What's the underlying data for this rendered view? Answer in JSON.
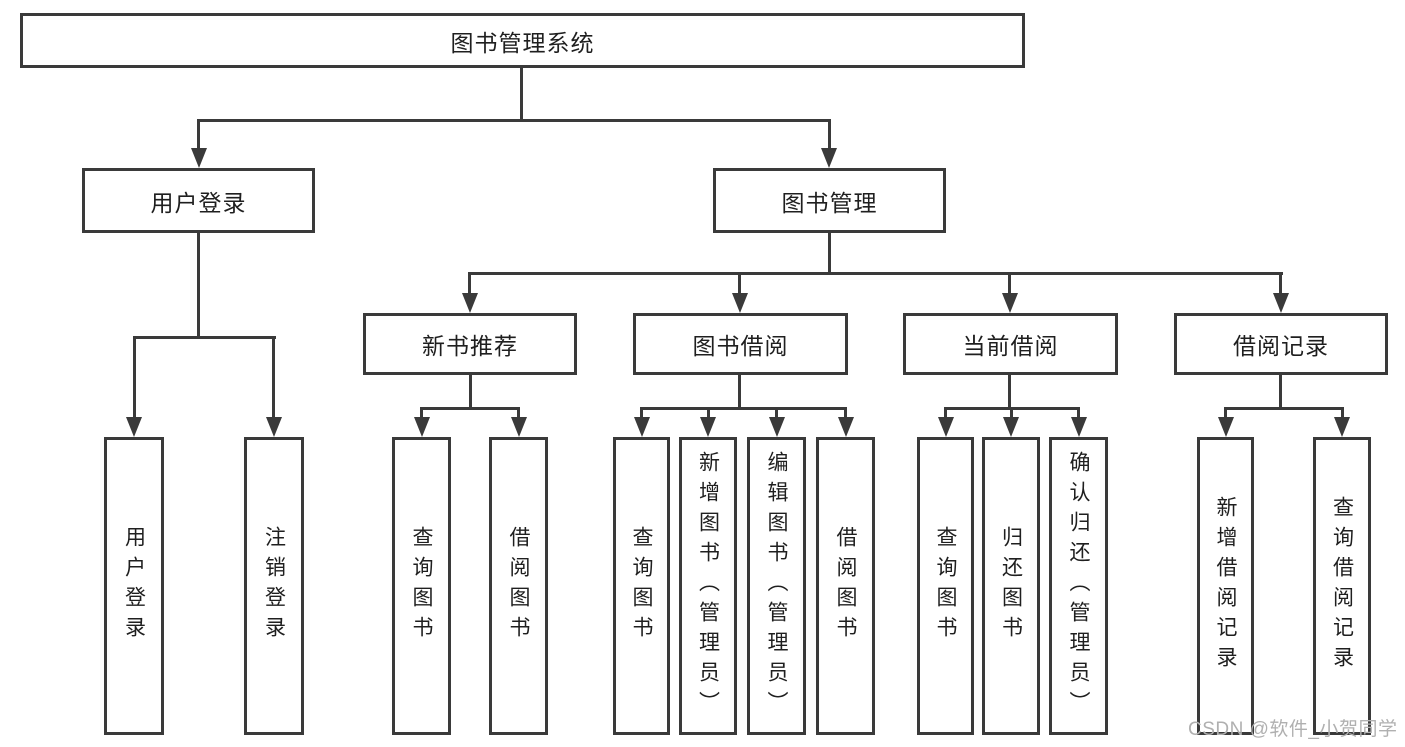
{
  "title": "图书管理系统",
  "tree": {
    "root": {
      "label": "图书管理系统",
      "children": [
        {
          "label": "用户登录",
          "children": [
            {
              "label": "用户登录"
            },
            {
              "label": "注销登录"
            }
          ]
        },
        {
          "label": "图书管理",
          "children": [
            {
              "label": "新书推荐",
              "children": [
                {
                  "label": "查询图书"
                },
                {
                  "label": "借阅图书"
                }
              ]
            },
            {
              "label": "图书借阅",
              "children": [
                {
                  "label": "查询图书"
                },
                {
                  "label": "新增图书（管理员）"
                },
                {
                  "label": "编辑图书（管理员）"
                },
                {
                  "label": "借阅图书"
                }
              ]
            },
            {
              "label": "当前借阅",
              "children": [
                {
                  "label": "查询图书"
                },
                {
                  "label": "归还图书"
                },
                {
                  "label": "确认归还（管理员）"
                }
              ]
            },
            {
              "label": "借阅记录",
              "children": [
                {
                  "label": "新增借阅记录"
                },
                {
                  "label": "查询借阅记录"
                }
              ]
            }
          ]
        }
      ]
    }
  },
  "watermark": "CSDN @软件_小贺同学",
  "colors": {
    "line": "#3a3a3a",
    "text": "#1f1f1f",
    "background": "#ffffff",
    "watermark": "#b0b0b0"
  }
}
